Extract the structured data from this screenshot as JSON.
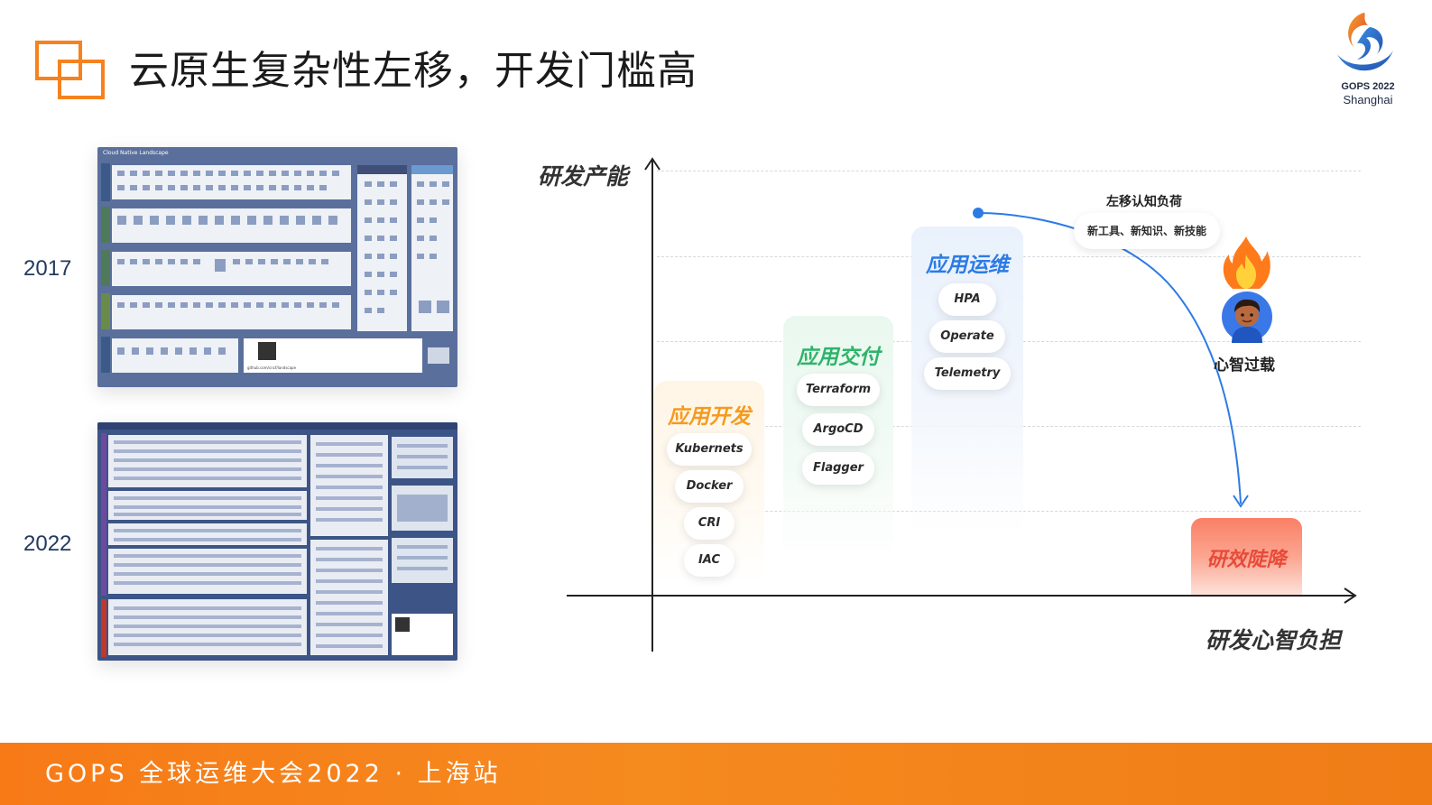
{
  "header": {
    "title": "云原生复杂性左移，开发门槛高",
    "logo_line1": "GOPS 2022",
    "logo_line2": "Shanghai"
  },
  "years": [
    "2017",
    "2022"
  ],
  "landscape_2017": {
    "title": "Cloud Native Landscape",
    "caption": "github.com/cncf/landscape"
  },
  "diagram": {
    "y_axis_label": "研发产能",
    "x_axis_label": "研发心智负担",
    "columns": [
      {
        "title": "应用开发",
        "items": [
          "Kubernets",
          "Docker",
          "CRI",
          "IAC"
        ]
      },
      {
        "title": "应用交付",
        "items": [
          "Terraform",
          "ArgoCD",
          "Flagger"
        ]
      },
      {
        "title": "应用运维",
        "items": [
          "HPA",
          "Operate",
          "Telemetry"
        ]
      }
    ],
    "shift_left_title": "左移认知负荷",
    "shift_left_bubble": "新工具、新知识、新技能",
    "overload_label": "心智过载",
    "drop_label": "研效陡降"
  },
  "footer": {
    "text": "GOPS 全球运维大会2022 · 上海站"
  },
  "colors": {
    "accent_orange": "#f5821f",
    "dev_orange": "#f59a1f",
    "delivery_green": "#2fb36a",
    "ops_blue": "#2c7be5",
    "drop_red": "#f0513a"
  }
}
